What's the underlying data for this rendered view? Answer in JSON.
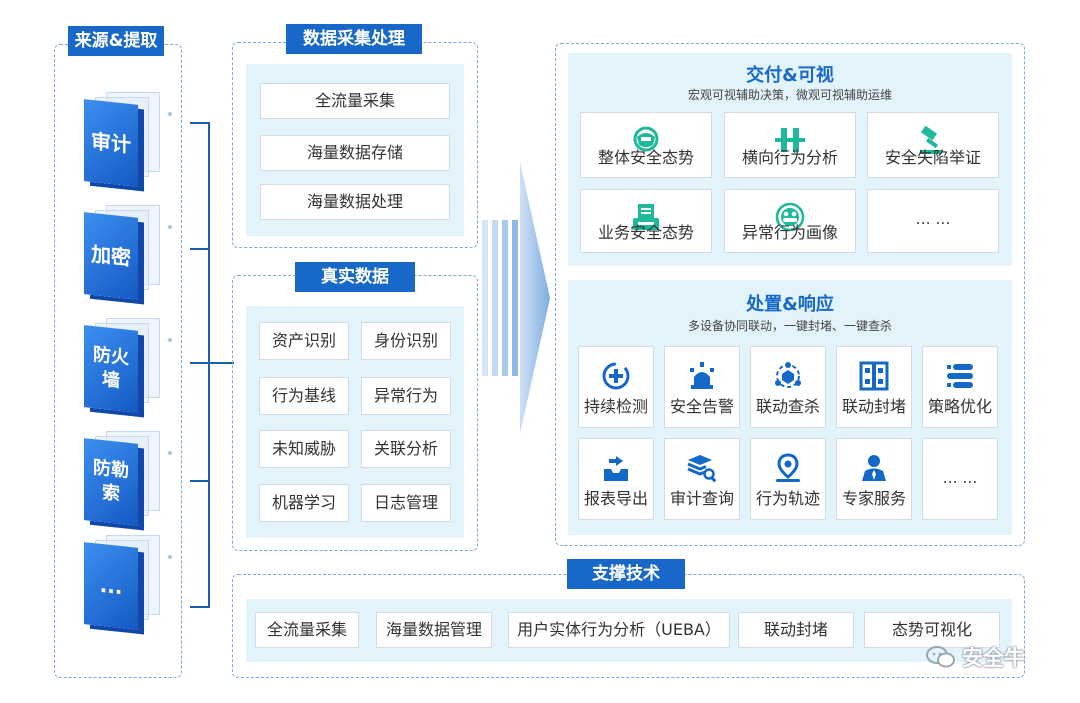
{
  "sources": {
    "title": "来源&提取",
    "items": [
      "审计",
      "加密",
      "防火墙",
      "防勒索",
      "..."
    ]
  },
  "collection": {
    "title": "数据采集处理",
    "items": [
      "全流量采集",
      "海量数据存储",
      "海量数据处理"
    ]
  },
  "realdata": {
    "title": "真实数据",
    "items": [
      "资产识别",
      "身份识别",
      "行为基线",
      "异常行为",
      "未知威胁",
      "关联分析",
      "机器学习",
      "日志管理"
    ]
  },
  "delivery": {
    "title": "交付&可视",
    "subtitle": "宏观可视辅助决策，微观可视辅助运维",
    "tiles": [
      {
        "label": "整体安全态势",
        "icon": "helmet-shield-icon"
      },
      {
        "label": "横向行为分析",
        "icon": "lateral-link-icon"
      },
      {
        "label": "安全失陷举证",
        "icon": "gavel-icon"
      },
      {
        "label": "业务安全态势",
        "icon": "printer-document-icon"
      },
      {
        "label": "异常行为画像",
        "icon": "user-group-circle-icon"
      },
      {
        "label": "… …",
        "icon": ""
      }
    ]
  },
  "response": {
    "title": "处置&响应",
    "subtitle": "多设备协同联动，一键封堵、一键查杀",
    "tiles": [
      {
        "label": "持续检测",
        "icon": "plus-circle-icon"
      },
      {
        "label": "安全告警",
        "icon": "alarm-light-icon"
      },
      {
        "label": "联动查杀",
        "icon": "network-hub-icon"
      },
      {
        "label": "联动封堵",
        "icon": "block-grid-icon"
      },
      {
        "label": "策略优化",
        "icon": "strategy-bars-icon"
      },
      {
        "label": "报表导出",
        "icon": "tray-export-icon"
      },
      {
        "label": "审计查询",
        "icon": "stack-search-icon"
      },
      {
        "label": "行为轨迹",
        "icon": "location-pin-icon"
      },
      {
        "label": "专家服务",
        "icon": "expert-person-icon"
      },
      {
        "label": "… …",
        "icon": ""
      }
    ]
  },
  "support": {
    "title": "支撑技术",
    "items": [
      "全流量采集",
      "海量数据管理",
      "用户实体行为分析（UEBA）",
      "联动封堵",
      "态势可视化"
    ]
  },
  "watermark": "安全牛",
  "colors": {
    "brand": "#1768c8",
    "panel": "#e3f3fc",
    "dash": "#7fa7d6"
  }
}
